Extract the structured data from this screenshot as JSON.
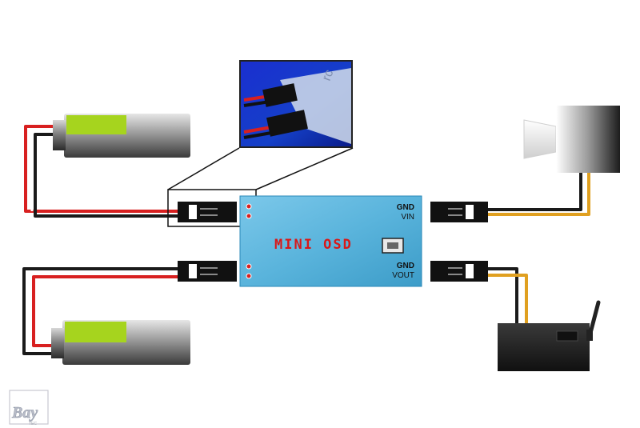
{
  "board": {
    "title": "MINI OSD",
    "pin_gnd_in": "GND",
    "pin_vin": "VIN",
    "pin_gnd_out": "GND",
    "pin_vout": "VOUT"
  },
  "zoom_inset": {
    "text": "rc"
  },
  "logo": {
    "text": "Bay",
    "subtext": "TEC"
  },
  "colors": {
    "wire_red": "#d82020",
    "wire_black": "#1a1a1a",
    "wire_yellow": "#e0a020",
    "board_blue": "#5ab4dc",
    "battery_green": "#a6d41e"
  }
}
